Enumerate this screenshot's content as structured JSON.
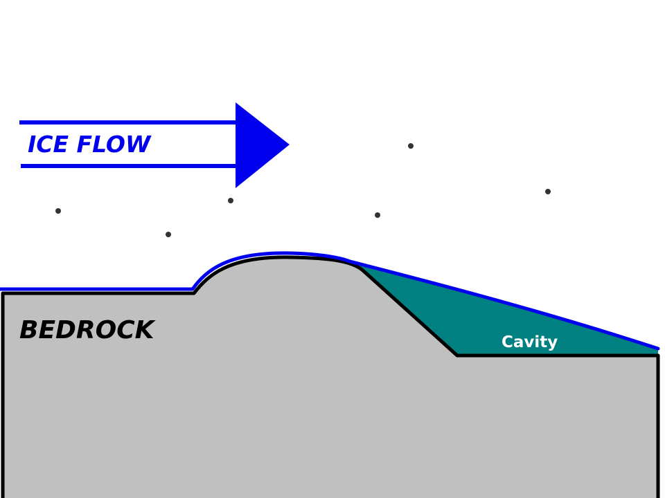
{
  "labels": {
    "ice_flow": "ICE FLOW",
    "bedrock": "BEDROCK",
    "cavity": "Cavity"
  },
  "colors": {
    "ice_line": "#0000ee",
    "bedrock_fill": "#c0c0c0",
    "bedrock_outline": "#000000",
    "cavity_fill": "#008080",
    "cavity_label": "#ffffff",
    "debris": "#333333"
  }
}
